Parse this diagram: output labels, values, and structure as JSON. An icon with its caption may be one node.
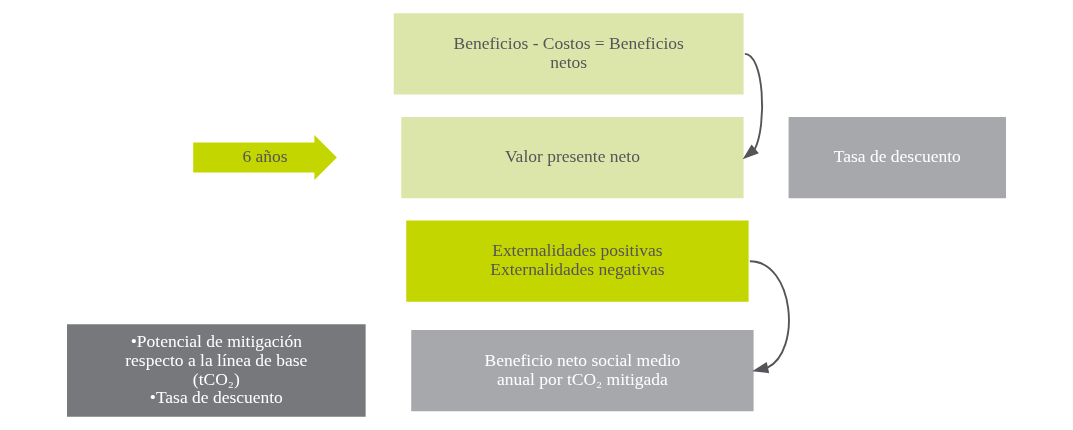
{
  "diagram": {
    "nodes": [
      {
        "text": [
          "Beneficios - Costos = Beneficios netos"
        ]
      },
      {
        "text": [
          "Valor presente neto"
        ]
      },
      {
        "text": [
          "Tasa de descuento"
        ]
      },
      {
        "text": [
          "Externalidades positivas",
          "Externalidades negativas"
        ]
      },
      {
        "text": [
          "Beneficio neto social medio anual por tCO₂ mitigada"
        ]
      },
      {
        "text": [
          "•Potencial de mitigación respecto a la línea de base (tCO₂)",
          "•Tasa de descuento"
        ]
      },
      {
        "text": [
          "6 años"
        ]
      }
    ],
    "edges": [
      {
        "from": 0,
        "to": 1,
        "arrow": "to"
      },
      {
        "from": 3,
        "to": 4,
        "arrow": "to"
      }
    ]
  }
}
